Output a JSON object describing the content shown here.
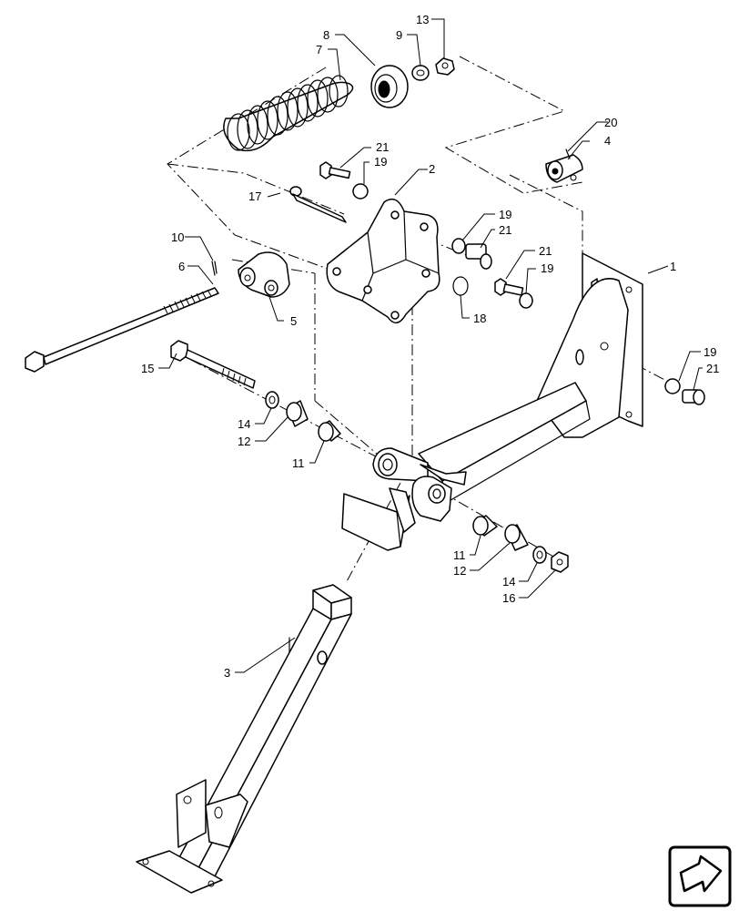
{
  "callouts": [
    {
      "id": "c-13",
      "text": "13"
    },
    {
      "id": "c-9",
      "text": "9"
    },
    {
      "id": "c-8",
      "text": "8"
    },
    {
      "id": "c-7",
      "text": "7"
    },
    {
      "id": "c-20",
      "text": "20"
    },
    {
      "id": "c-4",
      "text": "4"
    },
    {
      "id": "c-21a",
      "text": "21"
    },
    {
      "id": "c-19a",
      "text": "19"
    },
    {
      "id": "c-2",
      "text": "2"
    },
    {
      "id": "c-17",
      "text": "17"
    },
    {
      "id": "c-19b",
      "text": "19"
    },
    {
      "id": "c-21b",
      "text": "21"
    },
    {
      "id": "c-10",
      "text": "10"
    },
    {
      "id": "c-6",
      "text": "6"
    },
    {
      "id": "c-21c",
      "text": "21"
    },
    {
      "id": "c-19c",
      "text": "19"
    },
    {
      "id": "c-1",
      "text": "1"
    },
    {
      "id": "c-5",
      "text": "5"
    },
    {
      "id": "c-18",
      "text": "18"
    },
    {
      "id": "c-15",
      "text": "15"
    },
    {
      "id": "c-19d",
      "text": "19"
    },
    {
      "id": "c-21d",
      "text": "21"
    },
    {
      "id": "c-14a",
      "text": "14"
    },
    {
      "id": "c-12a",
      "text": "12"
    },
    {
      "id": "c-11a",
      "text": "11"
    },
    {
      "id": "c-11b",
      "text": "11"
    },
    {
      "id": "c-12b",
      "text": "12"
    },
    {
      "id": "c-14b",
      "text": "14"
    },
    {
      "id": "c-16",
      "text": "16"
    },
    {
      "id": "c-3",
      "text": "3"
    }
  ],
  "nav_icon": "next-page-arrow-icon"
}
